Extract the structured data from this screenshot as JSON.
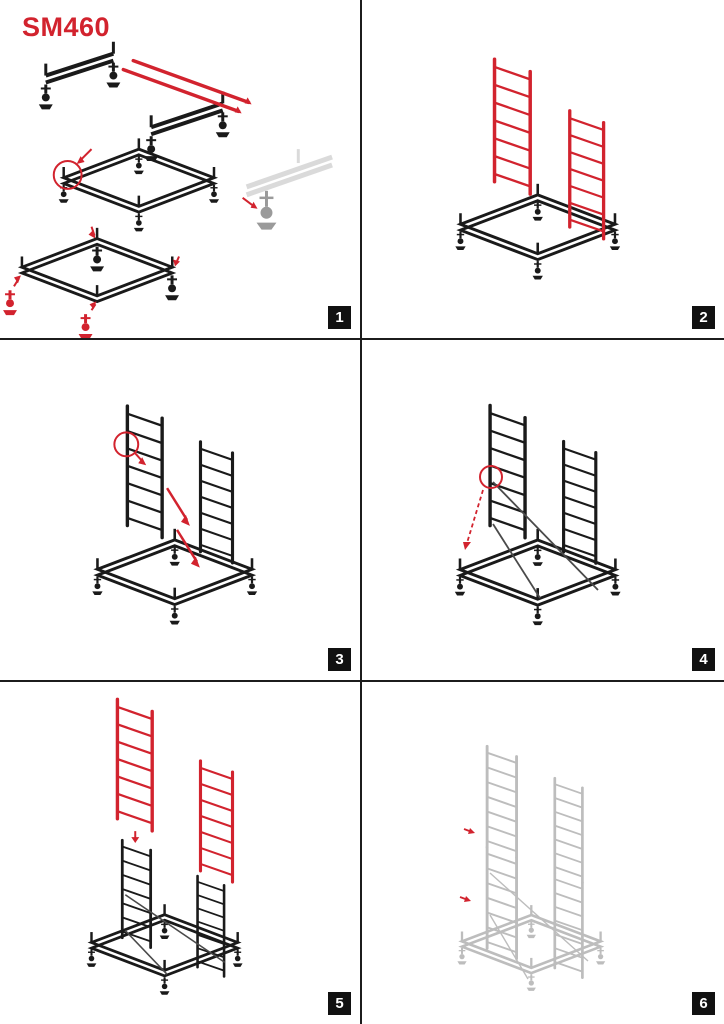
{
  "title": "SM460",
  "colors": {
    "accent": "#d2232e",
    "ink": "#1a1a1a",
    "ghost": "#bdbdbd",
    "ghost_dark": "#9a9a9a",
    "badge_bg": "#111111",
    "badge_text": "#ffffff"
  },
  "steps": [
    {
      "label": "1"
    },
    {
      "label": "2"
    },
    {
      "label": "3"
    },
    {
      "label": "4"
    },
    {
      "label": "5"
    },
    {
      "label": "6"
    }
  ]
}
